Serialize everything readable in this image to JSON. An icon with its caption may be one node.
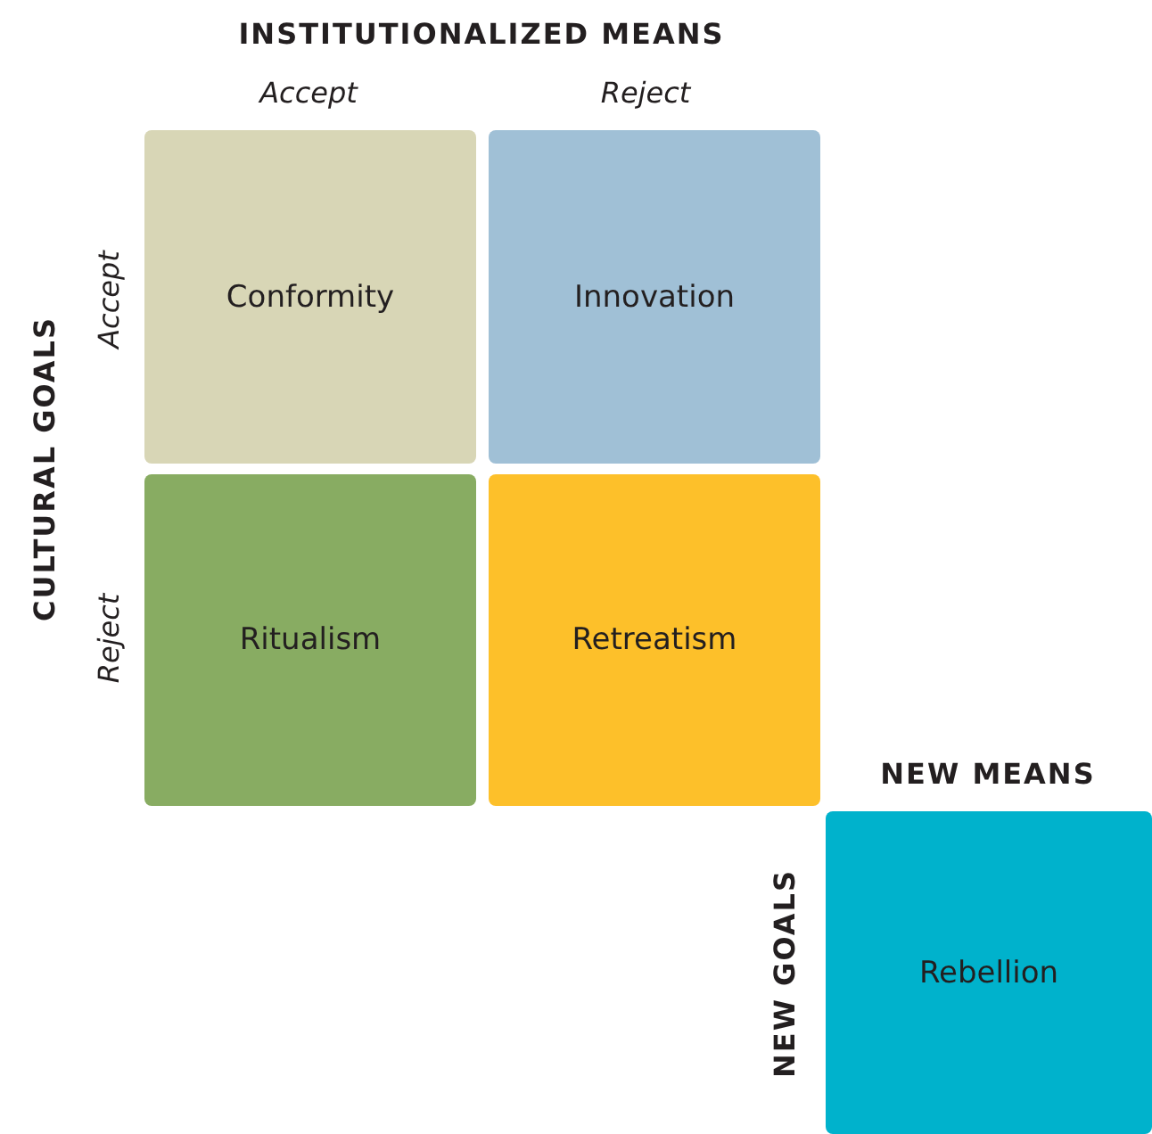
{
  "diagram": {
    "nodes": [
      {
        "text": [
          "Conformity"
        ]
      },
      {
        "text": [
          "Innovation"
        ]
      },
      {
        "text": [
          "Ritualism"
        ]
      },
      {
        "text": [
          "Retreatism"
        ]
      },
      {
        "text": [
          "Rebellion"
        ]
      }
    ],
    "labels": [
      "INSTITUTIONALIZED MEANS",
      "Accept",
      "Reject",
      "CULTURAL GOALS",
      "Accept",
      "Reject",
      "NEW MEANS",
      "NEW GOALS"
    ]
  }
}
